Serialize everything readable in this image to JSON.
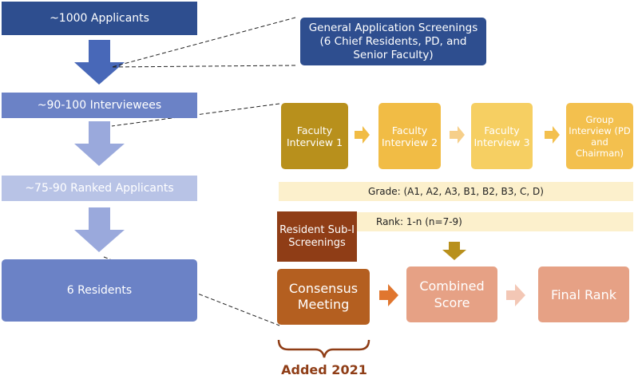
{
  "funnel": [
    {
      "label": "~1000 Applicants"
    },
    {
      "label": "~90-100 Interviewees"
    },
    {
      "label": "~75-90 Ranked Applicants"
    },
    {
      "label": "6 Residents"
    }
  ],
  "general_screening": "General Application Screenings (6 Chief Residents, PD, and Senior Faculty)",
  "faculty_interview_1": "Faculty Interview 1",
  "faculty_interview_2": "Faculty Interview 2",
  "faculty_interview_3": "Faculty Interview 3",
  "group_interview": "Group Interview (PD and Chairman)",
  "grade_note": "Grade: (A1, A2, A3, B1, B2, B3, C, D)",
  "rank_note": "Rank: 1-n (n=7-9)",
  "resident_subi": "Resident Sub-I Screenings",
  "consensus_meeting": "Consensus Meeting",
  "combined_score": "Combined Score",
  "final_rank": "Final Rank",
  "added_label": "Added 2021",
  "colors": {
    "dark_blue": "#2e4e8f",
    "mid_blue": "#6b82c6",
    "light_blue": "#b8c3e6",
    "olive": "#b8901c",
    "gold": "#f1bc45",
    "brown": "#8f3d16",
    "rust": "#b45f20",
    "salmon": "#e6a185"
  }
}
